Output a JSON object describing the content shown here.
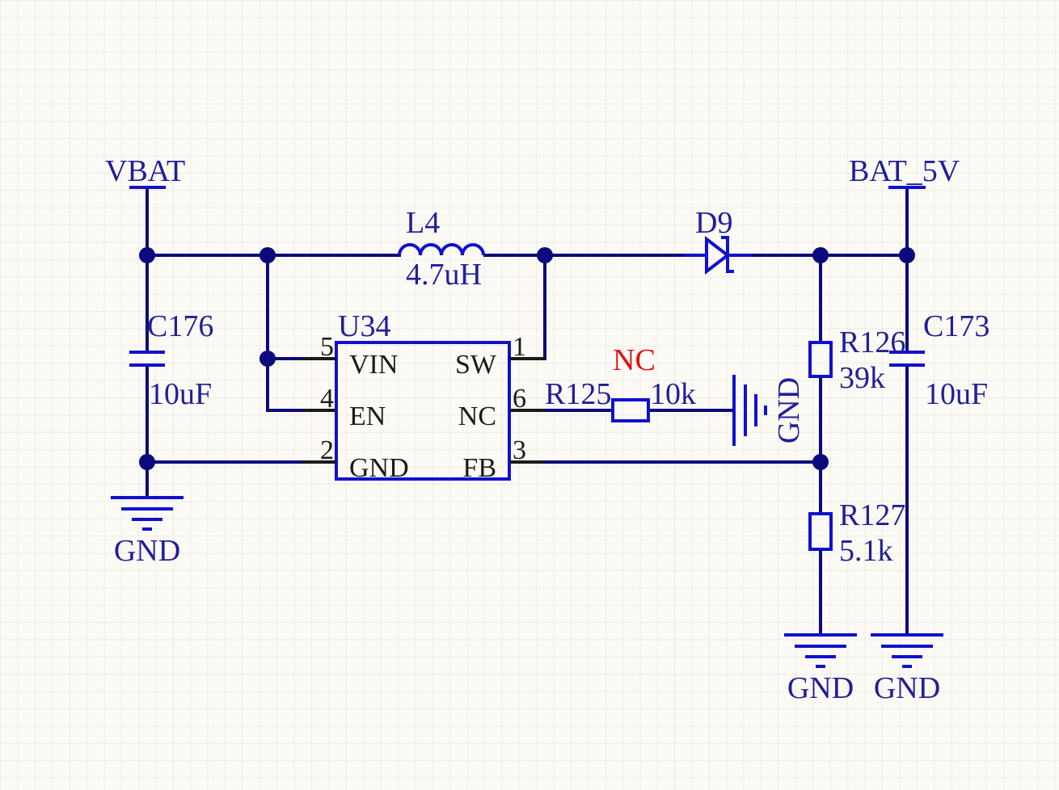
{
  "power_ports": {
    "vbat": "VBAT",
    "bat_5v": "BAT_5V"
  },
  "ground_labels": {
    "gnd_left": "GND",
    "gnd_nc": "GND",
    "gnd_r127": "GND",
    "gnd_c173": "GND"
  },
  "inductor": {
    "ref": "L4",
    "value": "4.7uH"
  },
  "diode": {
    "ref": "D9"
  },
  "c176": {
    "ref": "C176",
    "value": "10uF"
  },
  "c173": {
    "ref": "C173",
    "value": "10uF"
  },
  "u34": {
    "ref": "U34",
    "pins": [
      {
        "num": "5",
        "name": "VIN"
      },
      {
        "num": "4",
        "name": "EN"
      },
      {
        "num": "2",
        "name": "GND"
      },
      {
        "num": "1",
        "name": "SW"
      },
      {
        "num": "6",
        "name": "NC"
      },
      {
        "num": "3",
        "name": "FB"
      }
    ]
  },
  "r125": {
    "ref": "R125",
    "value": "10k",
    "note": "NC"
  },
  "r126": {
    "ref": "R126",
    "value": "39k"
  },
  "r127": {
    "ref": "R127",
    "value": "5.1k"
  },
  "colors": {
    "wire": "#0a0a7c",
    "component": "#1010d0",
    "label": "#1f1f99",
    "pin_text": "#1a1a1a",
    "note": "#dd1111",
    "background": "#fcfaf5"
  }
}
